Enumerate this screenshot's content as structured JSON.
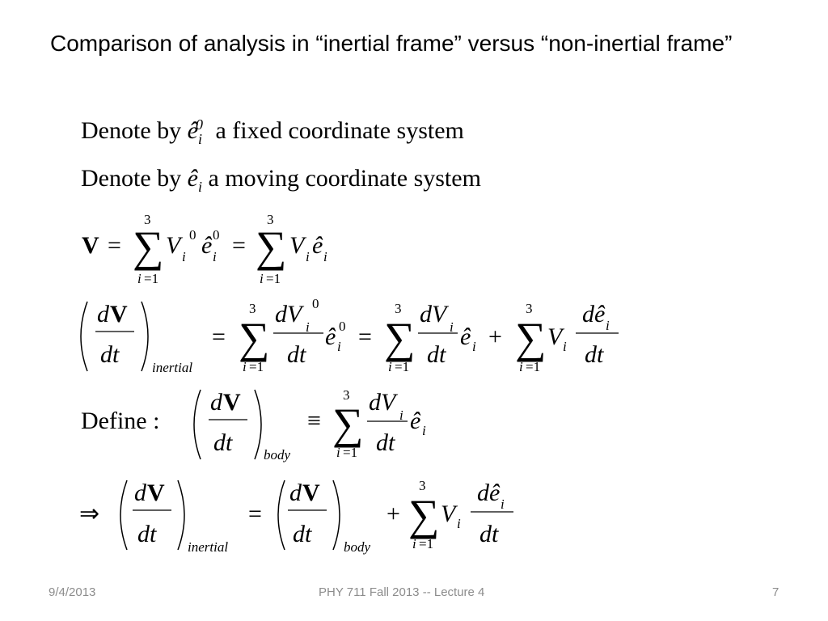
{
  "slide": {
    "title": "Comparison of analysis in “inertial frame” versus “non-inertial frame”",
    "line1": {
      "prefix": "Denote by",
      "symbol": "ê",
      "sub": "i",
      "sup": "0",
      "suffix": "a fixed coordinate system"
    },
    "line2": {
      "prefix": "Denote by",
      "symbol": "ê",
      "sub": "i",
      "suffix": "a moving coordinate system"
    },
    "define_label": "Define :"
  },
  "footer": {
    "date": "9/4/2013",
    "course": "PHY 711  Fall 2013 -- Lecture 4",
    "page": "7"
  }
}
